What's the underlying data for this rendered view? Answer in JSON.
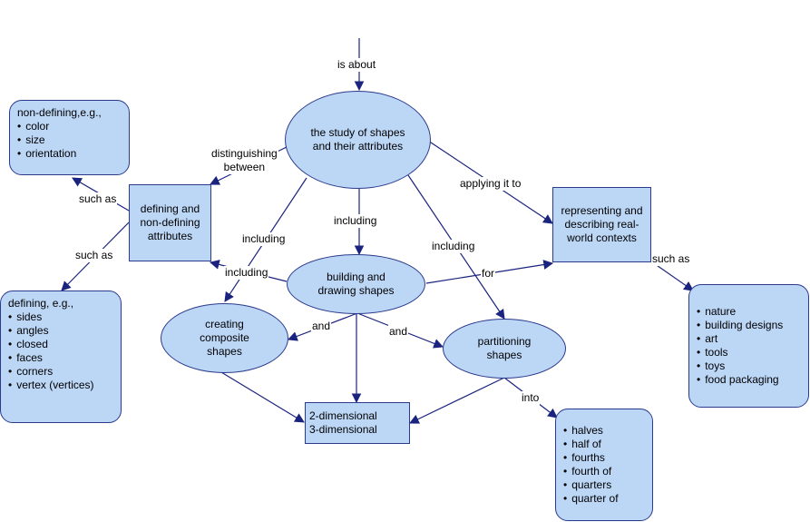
{
  "nodes": {
    "study": [
      "the study of shapes",
      "and their attributes"
    ],
    "defining_nondefining": [
      "defining and",
      "non-defining",
      "attributes"
    ],
    "nondefining_box": {
      "heading": "non-defining,e.g.,",
      "items": [
        "color",
        "size",
        "orientation"
      ]
    },
    "defining_box": {
      "heading": "defining, e.g.,",
      "items": [
        "sides",
        "angles",
        "closed",
        "faces",
        "corners",
        "vertex (vertices)"
      ]
    },
    "building": [
      "building and",
      "drawing shapes"
    ],
    "composite": [
      "creating",
      "composite",
      "shapes"
    ],
    "partitioning": [
      "partitioning",
      "shapes"
    ],
    "dimensional": [
      "2-dimensional",
      "3-dimensional"
    ],
    "representing": [
      "representing and",
      "describing real-",
      "world contexts"
    ],
    "contexts_box": {
      "items": [
        "nature",
        "building designs",
        "art",
        "tools",
        "toys",
        "food packaging"
      ]
    },
    "parts_box": {
      "items": [
        "halves",
        "half of",
        "fourths",
        "fourth of",
        "quarters",
        "quarter of"
      ]
    }
  },
  "edge_labels": {
    "is_about": "is about",
    "distinguishing": "distinguishing\nbetween",
    "such_as_1": "such as",
    "such_as_2": "such as",
    "including_center": "including",
    "including_left": "including",
    "including_right": "including",
    "including_back": "including",
    "applying": "applying it to",
    "for": "for",
    "and_left": "and",
    "and_right": "and",
    "into": "into",
    "such_as_3": "such as"
  },
  "colors": {
    "node_fill": "#bcd6f6",
    "node_border": "#2b3a8c",
    "edge": "#1a237e"
  }
}
